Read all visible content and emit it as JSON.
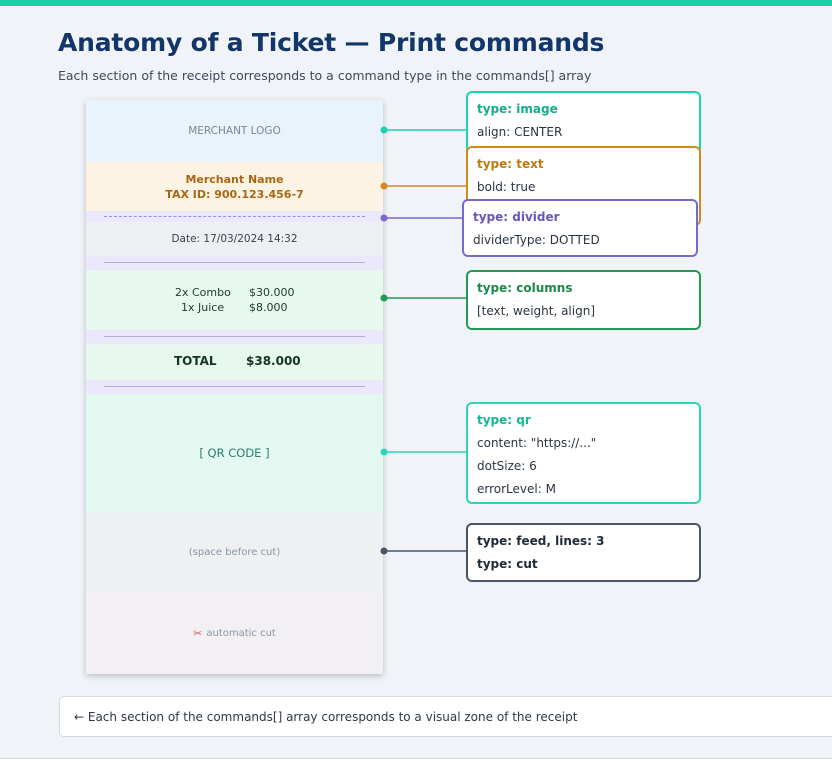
{
  "title": "Anatomy of a Ticket — Print commands",
  "subtitle": "Each section of the receipt corresponds to a command type in the commands[] array",
  "receipt": {
    "logo": "MERCHANT LOGO",
    "merchant_name": "Merchant Name",
    "tax_id": "TAX ID: 900.123.456-7",
    "date": "Date: 17/03/2024  14:32",
    "items": [
      {
        "qty_name": "2x Combo",
        "price": "$30.000"
      },
      {
        "qty_name": "1x Juice",
        "price": "$8.000"
      }
    ],
    "total_label": "TOTAL",
    "total_value": "$38.000",
    "qr": "[ QR CODE ]",
    "feed": "(space before cut)",
    "cut": "automatic cut"
  },
  "callouts": {
    "image": {
      "title": "type: image",
      "lines": [
        "align: CENTER"
      ]
    },
    "text": {
      "title": "type: text",
      "lines": [
        "bold: true"
      ]
    },
    "divider": {
      "title": "type: divider",
      "lines": [
        "dividerType: DOTTED"
      ]
    },
    "columns": {
      "title": "type: columns",
      "lines": [
        "[text, weight, align]"
      ]
    },
    "qr": {
      "title": "type: qr",
      "lines": [
        "content: \"https://...\"",
        "dotSize: 6",
        "errorLevel: M"
      ]
    },
    "feed": {
      "title": "type: feed, lines: 3",
      "lines": [
        "type: cut"
      ]
    }
  },
  "note": "← Each section of the commands[] array corresponds to a visual zone of the receipt",
  "colors": {
    "accent_top": "#14d3a9",
    "image": "#16d4ae",
    "text": "#d18b1b",
    "divider": "#7c67cc",
    "columns": "#229a55",
    "qr": "#2bd6b3",
    "feed": "#4b5563"
  },
  "icons": {
    "cut": "scissors-icon"
  }
}
